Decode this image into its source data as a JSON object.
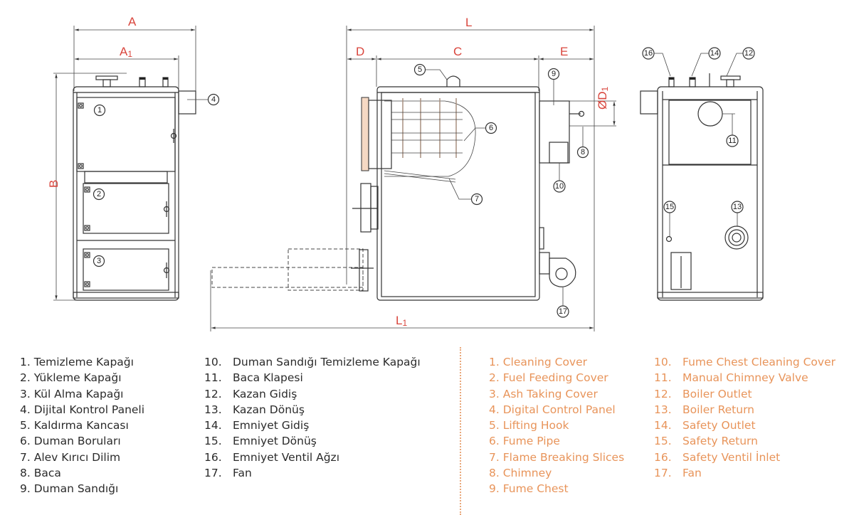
{
  "dimensions": {
    "A": "A",
    "A1": "A",
    "A1_sub": "1",
    "B": "B",
    "L": "L",
    "D": "D",
    "C": "C",
    "E": "E",
    "L1": "L",
    "L1_sub": "1",
    "OD1": "ØD",
    "OD1_sub": "1"
  },
  "callouts": {
    "c1": "1",
    "c2": "2",
    "c3": "3",
    "c4": "4",
    "c5": "5",
    "c6": "6",
    "c7": "7",
    "c8": "8",
    "c9": "9",
    "c10": "10",
    "c11": "11",
    "c12": "12",
    "c13": "13",
    "c14": "14",
    "c15": "15",
    "c16": "16",
    "c17": "17"
  },
  "colors": {
    "dimension_red": "#d9453c",
    "legend_orange": "#e8945a",
    "flange_fill": "#f6d9c4"
  },
  "legend_tr": [
    {
      "num": "1.",
      "label": "Temizleme Kapağı"
    },
    {
      "num": "2.",
      "label": "Yükleme Kapağı"
    },
    {
      "num": "3.",
      "label": "Kül Alma Kapağı"
    },
    {
      "num": "4.",
      "label": "Dijital Kontrol Paneli"
    },
    {
      "num": "5.",
      "label": "Kaldırma Kancası"
    },
    {
      "num": "6.",
      "label": "Duman Boruları"
    },
    {
      "num": "7.",
      "label": "Alev Kırıcı Dilim"
    },
    {
      "num": "8.",
      "label": "Baca"
    },
    {
      "num": "9.",
      "label": "Duman Sandığı"
    },
    {
      "num": "10.",
      "label": "Duman Sandığı Temizleme Kapağı"
    },
    {
      "num": "11.",
      "label": "Baca Klapesi"
    },
    {
      "num": "12.",
      "label": "Kazan Gidiş"
    },
    {
      "num": "13.",
      "label": "Kazan Dönüş"
    },
    {
      "num": "14.",
      "label": "Emniyet Gidiş"
    },
    {
      "num": "15.",
      "label": "Emniyet Dönüş"
    },
    {
      "num": "16.",
      "label": "Emniyet Ventil Ağzı"
    },
    {
      "num": "17.",
      "label": "Fan"
    }
  ],
  "legend_en": [
    {
      "num": "1.",
      "label": "Cleaning Cover"
    },
    {
      "num": "2.",
      "label": "Fuel Feeding Cover"
    },
    {
      "num": "3.",
      "label": "Ash Taking Cover"
    },
    {
      "num": "4.",
      "label": "Digital Control Panel"
    },
    {
      "num": "5.",
      "label": "Lifting Hook"
    },
    {
      "num": "6.",
      "label": "Fume Pipe"
    },
    {
      "num": "7.",
      "label": "Flame Breaking Slices"
    },
    {
      "num": "8.",
      "label": "Chimney"
    },
    {
      "num": "9.",
      "label": "Fume Chest"
    },
    {
      "num": "10.",
      "label": "Fume Chest Cleaning Cover"
    },
    {
      "num": "11.",
      "label": "Manual Chimney Valve"
    },
    {
      "num": "12.",
      "label": "Boiler Outlet"
    },
    {
      "num": "13.",
      "label": "Boiler Return"
    },
    {
      "num": "14.",
      "label": "Safety Outlet"
    },
    {
      "num": "15.",
      "label": "Safety Return"
    },
    {
      "num": "16.",
      "label": "Safety Ventil İnlet"
    },
    {
      "num": "17.",
      "label": "Fan"
    }
  ]
}
